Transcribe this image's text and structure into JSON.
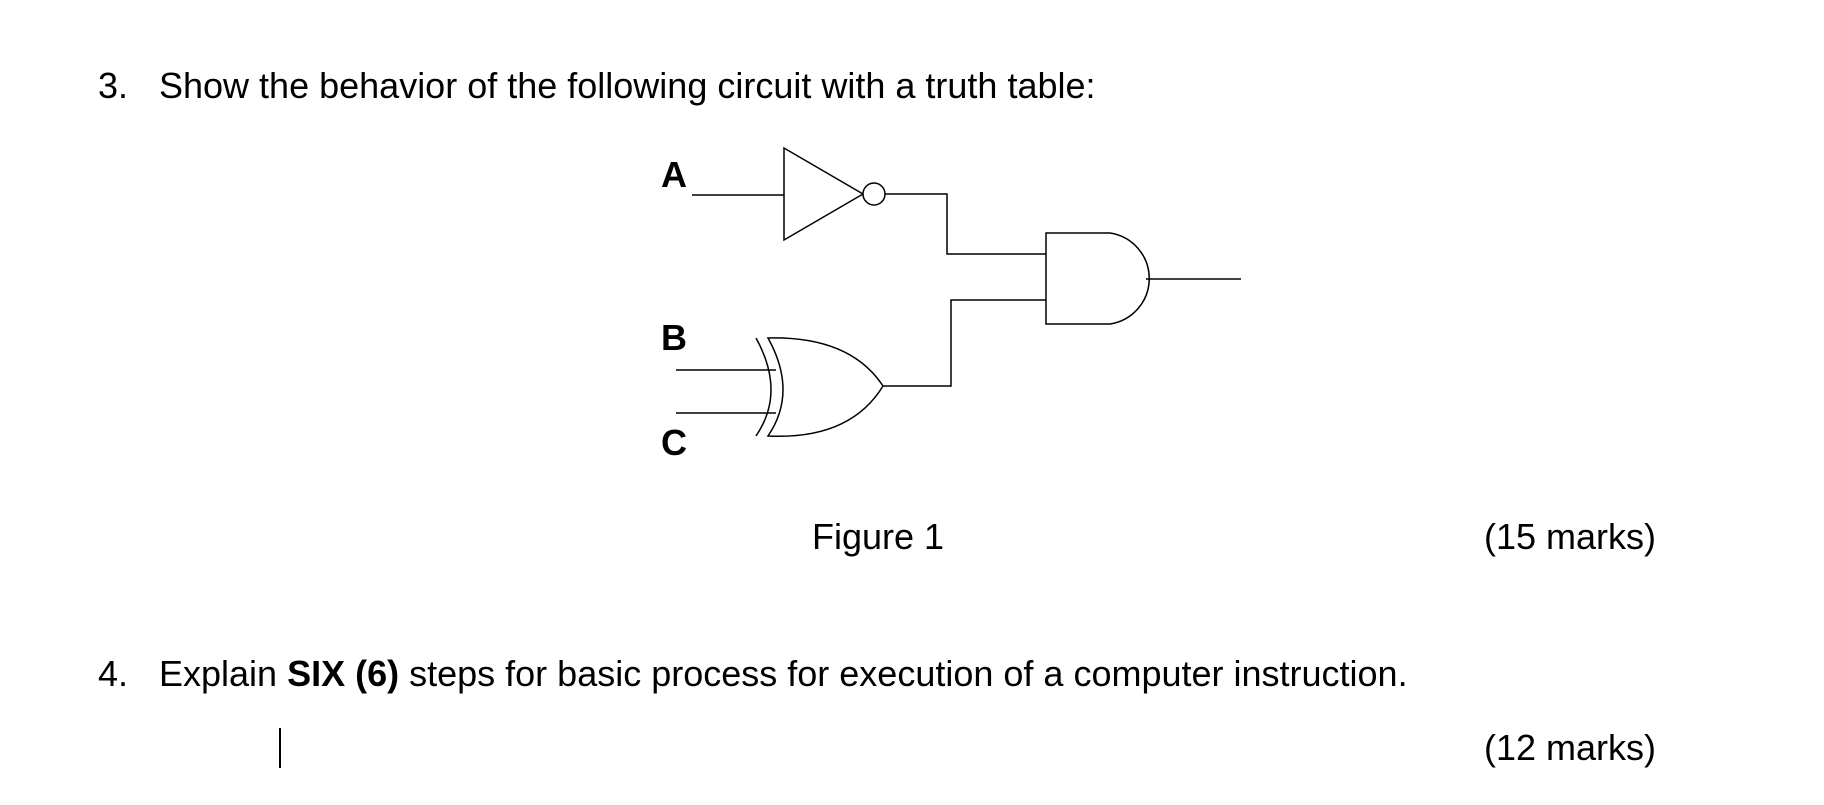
{
  "question3": {
    "number": "3.",
    "text": "Show the behavior of the following circuit with a truth table:",
    "figure_caption": "Figure 1",
    "marks": "(15 marks)"
  },
  "circuit": {
    "inputs": [
      "A",
      "B",
      "C"
    ],
    "gates": [
      "NOT",
      "XOR",
      "AND"
    ]
  },
  "question4": {
    "number": "4.",
    "text_before": "Explain ",
    "text_bold": "SIX (6)",
    "text_after": " steps for basic process for execution of a computer instruction.",
    "marks": "(12 marks)"
  }
}
